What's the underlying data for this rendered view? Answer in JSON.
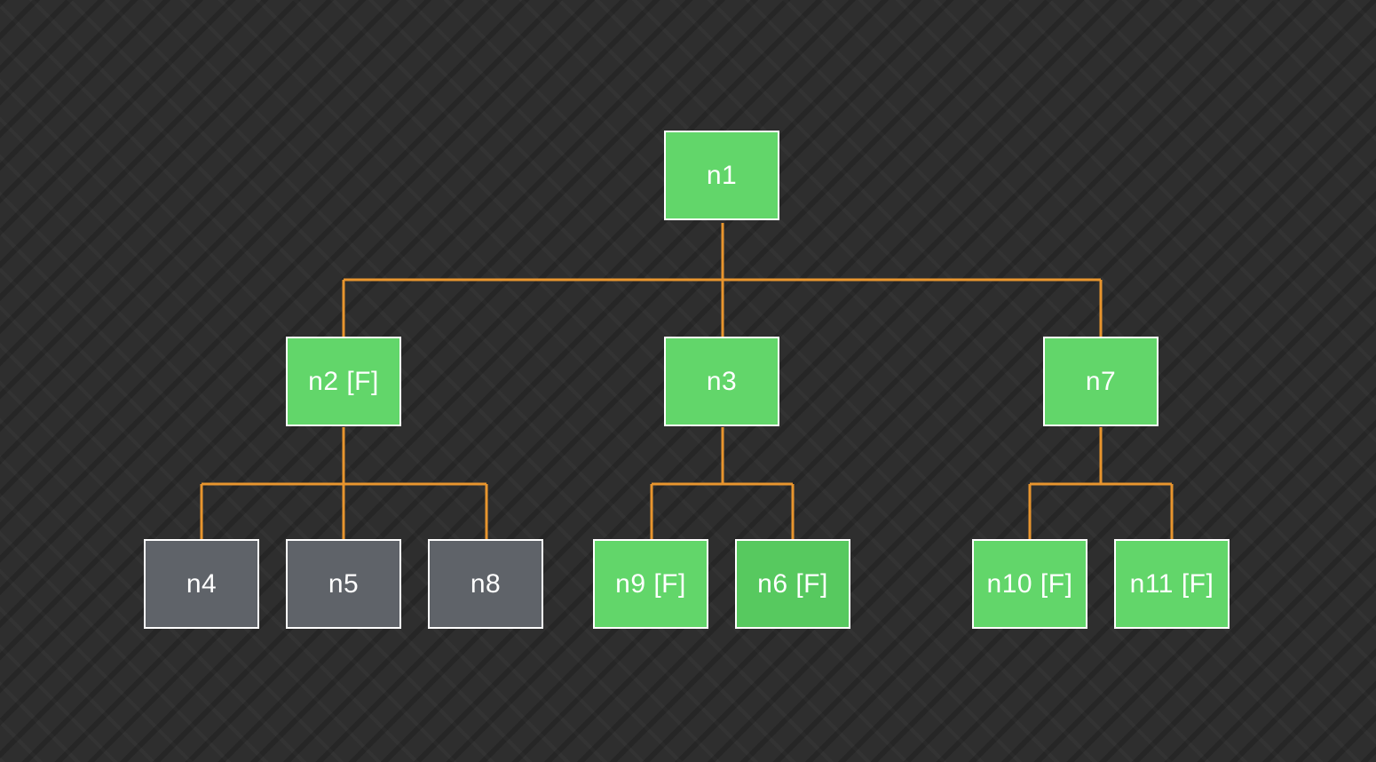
{
  "colors": {
    "background": "#2e2e2e",
    "connector": "#e8952e",
    "node_green": "#62d66a",
    "node_green_selected": "#57c95f",
    "node_gray": "#5f6369",
    "node_border": "#ffffff",
    "text": "#ffffff"
  },
  "tree": {
    "nodes": [
      {
        "id": "n1",
        "label": "n1",
        "parent": null,
        "state": "green"
      },
      {
        "id": "n2",
        "label": "n2 [F]",
        "parent": "n1",
        "state": "green"
      },
      {
        "id": "n3",
        "label": "n3",
        "parent": "n1",
        "state": "green"
      },
      {
        "id": "n7",
        "label": "n7",
        "parent": "n1",
        "state": "green"
      },
      {
        "id": "n4",
        "label": "n4",
        "parent": "n2",
        "state": "gray"
      },
      {
        "id": "n5",
        "label": "n5",
        "parent": "n2",
        "state": "gray"
      },
      {
        "id": "n8",
        "label": "n8",
        "parent": "n2",
        "state": "gray"
      },
      {
        "id": "n9",
        "label": "n9 [F]",
        "parent": "n3",
        "state": "green"
      },
      {
        "id": "n6",
        "label": "n6 [F]",
        "parent": "n3",
        "state": "green-dark"
      },
      {
        "id": "n10",
        "label": "n10 [F]",
        "parent": "n7",
        "state": "green"
      },
      {
        "id": "n11",
        "label": "n11 [F]",
        "parent": "n7",
        "state": "green"
      }
    ]
  }
}
